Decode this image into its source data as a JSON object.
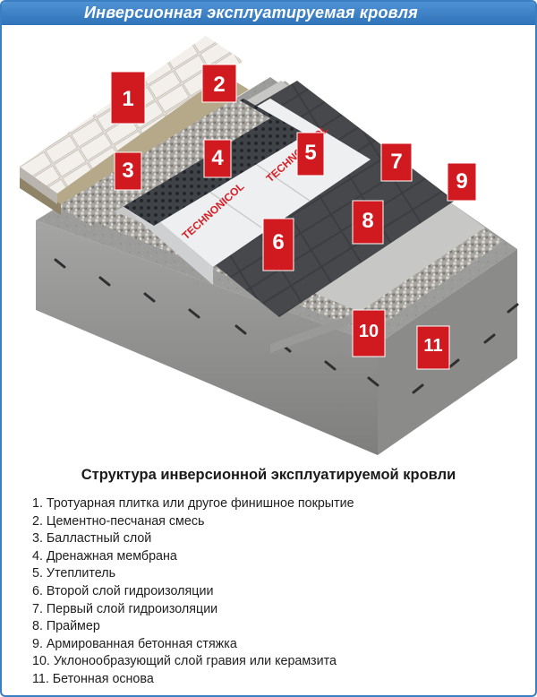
{
  "header": {
    "title": "Инверсионная эксплуатируемая кровля"
  },
  "illustration": {
    "brand_text": "TECHNONICOL",
    "badge_color": "#d11a1f"
  },
  "caption": "Структура инверсионной эксплуатируемой кровли",
  "layers": [
    {
      "number": "1",
      "text": "1. Тротуарная плитка или другое финишное покрытие"
    },
    {
      "number": "2",
      "text": "2. Цементно-песчаная смесь"
    },
    {
      "number": "3",
      "text": "3. Балластный слой"
    },
    {
      "number": "4",
      "text": "4. Дренажная мембрана"
    },
    {
      "number": "5",
      "text": "5. Утеплитель"
    },
    {
      "number": "6",
      "text": "6. Второй слой гидроизоляции"
    },
    {
      "number": "7",
      "text": "7. Первый слой гидроизоляции"
    },
    {
      "number": "8",
      "text": "8. Праймер"
    },
    {
      "number": "9",
      "text": "9. Армированная бетонная стяжка"
    },
    {
      "number": "10",
      "text": "10. Уклонообразующий слой гравия или керамзита"
    },
    {
      "number": "11",
      "text": "11. Бетонная основа"
    }
  ]
}
